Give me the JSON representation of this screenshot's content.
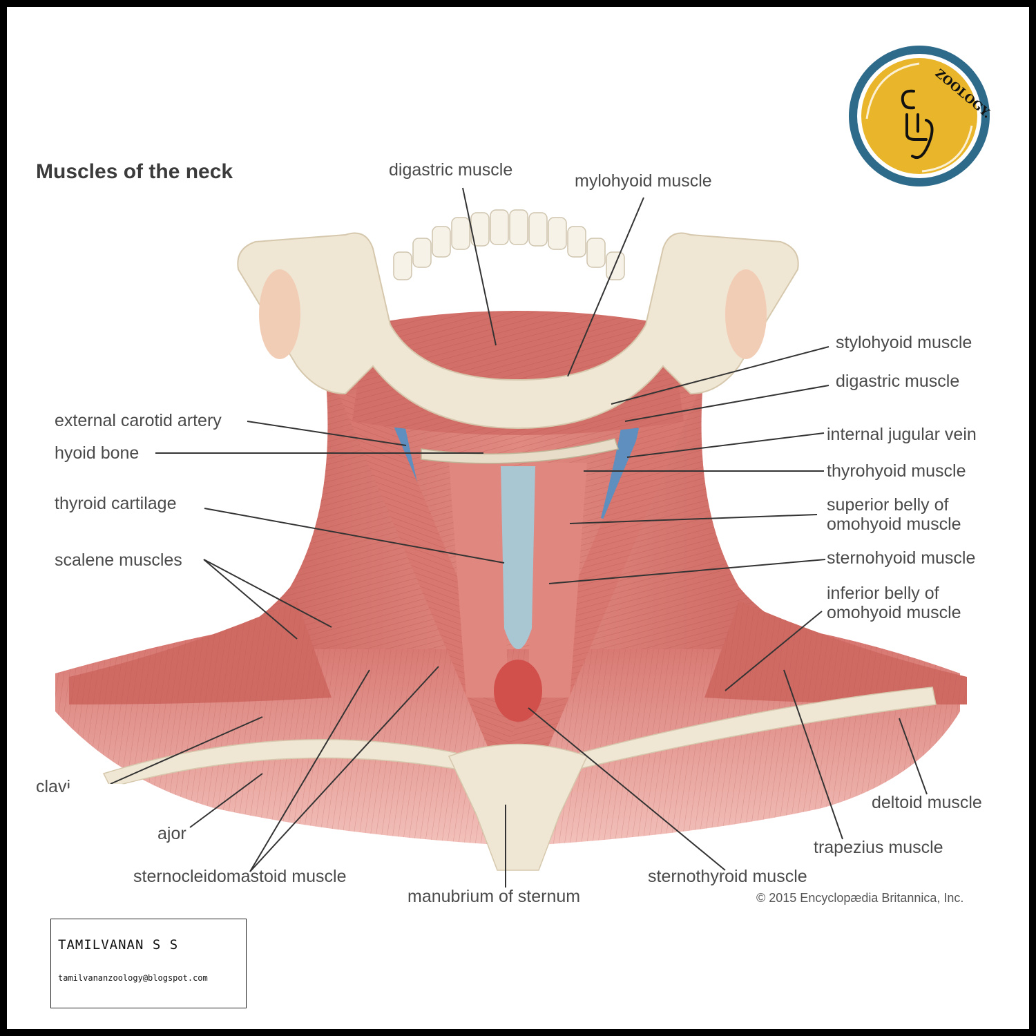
{
  "title": "Muscles of the neck",
  "labels": {
    "digastric_top": "digastric muscle",
    "mylohyoid": "mylohyoid muscle",
    "stylohyoid": "stylohyoid muscle",
    "digastric_right": "digastric muscle",
    "external_carotid": "external carotid artery",
    "hyoid_bone": "hyoid bone",
    "internal_jugular": "internal jugular vein",
    "thyrohyoid": "thyrohyoid muscle",
    "thyroid_cartilage": "thyroid cartilage",
    "superior_omohyoid_1": "superior belly of",
    "superior_omohyoid_2": "omohyoid muscle",
    "scalene": "scalene muscles",
    "sternohyoid": "sternohyoid muscle",
    "inferior_omohyoid_1": "inferior belly of",
    "inferior_omohyoid_2": "omohyoid muscle",
    "clavicle_partial": "clavi",
    "pectoralis_partial": "ajor",
    "deltoid": "deltoid muscle",
    "trapezius": "trapezius muscle",
    "sternocleidomastoid": "sternocleidomastoid muscle",
    "manubrium": "manubrium of sternum",
    "sternothyroid": "sternothyroid muscle"
  },
  "copyright": "© 2015 Encyclopædia Britannica, Inc.",
  "badge": {
    "text": "ZOOLOGY.",
    "ring_color": "#2e6a8a",
    "fill_color": "#e9b52a"
  },
  "author": {
    "name": "TAMILVANAN S S",
    "email": "tamilvananzoology@blogspot.com"
  },
  "colors": {
    "muscle": "#d9756e",
    "muscle_dark": "#b8524d",
    "bone": "#efe6d4",
    "vein": "#5e8fbf"
  }
}
